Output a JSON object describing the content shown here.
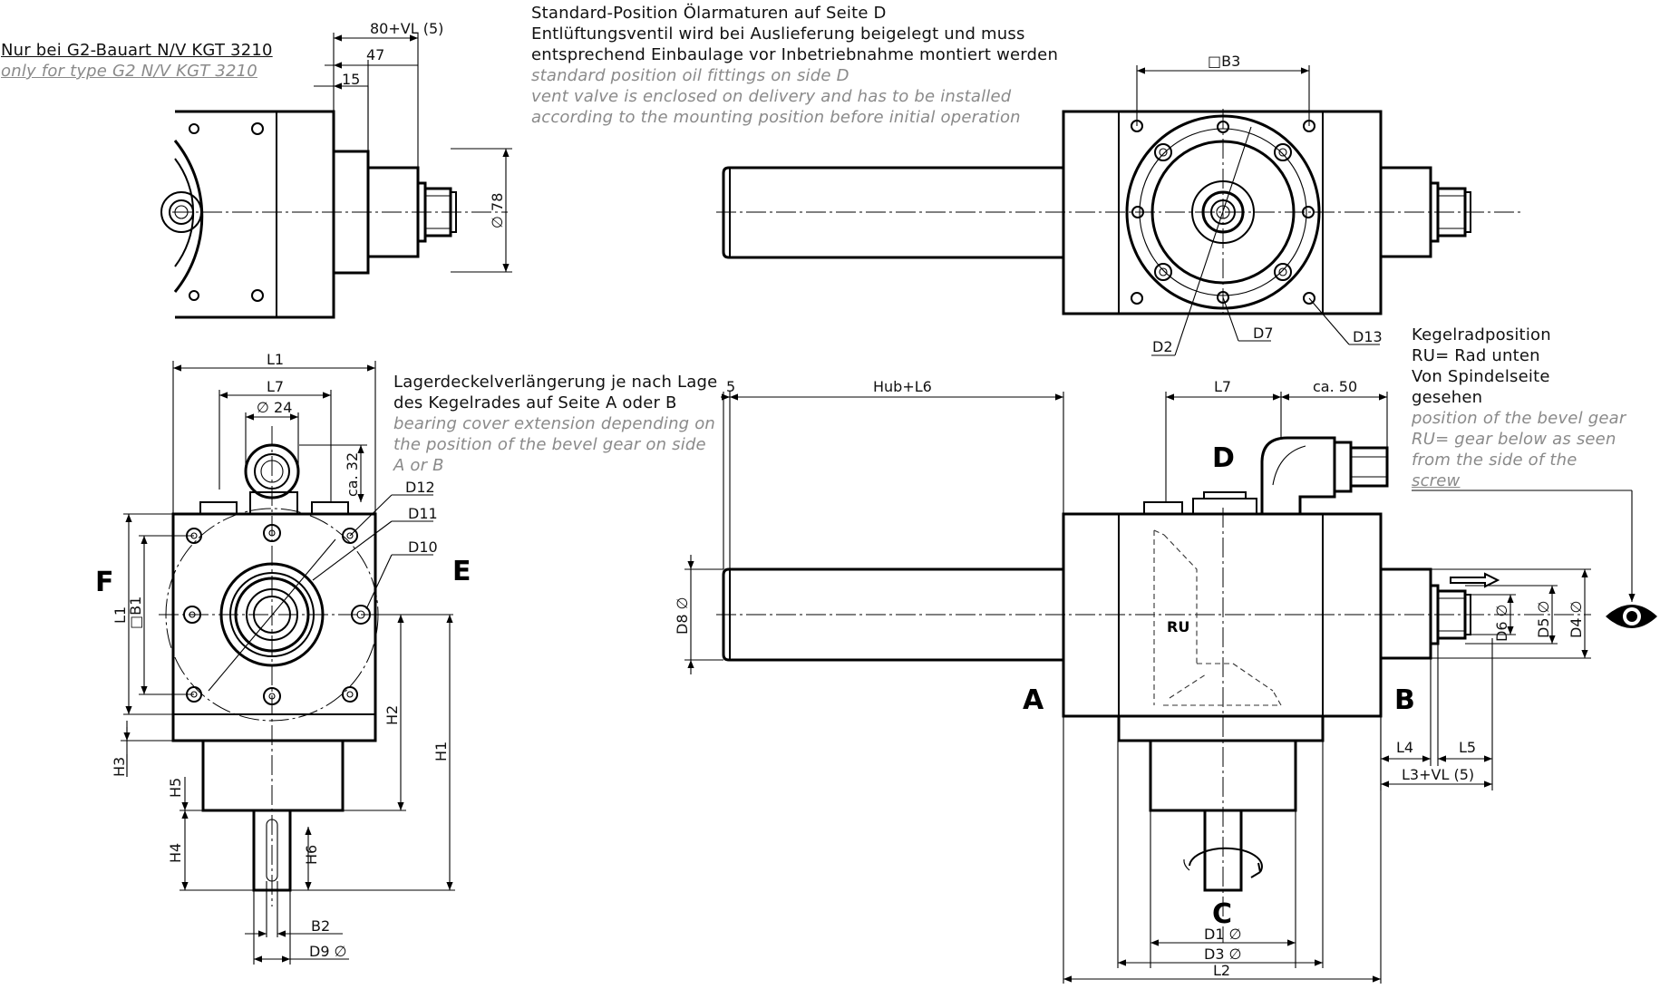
{
  "notes": {
    "g2": {
      "de": "Nur bei G2-Bauart N/V KGT 3210",
      "en": "only for type G2 N/V KGT 3210"
    },
    "oil": {
      "de": [
        "Standard-Position Ölarmaturen auf Seite D",
        "Entlüftungsventil wird bei Auslieferung beigelegt und muss",
        "entsprechend Einbaulage vor Inbetriebnahme montiert werden"
      ],
      "en": [
        "standard position oil fittings on side D",
        "vent valve is enclosed on delivery and has to be installed",
        "according to the mounting position before initial operation"
      ]
    },
    "bearing": {
      "de": [
        "Lagerdeckelverlängerung je nach Lage",
        "des Kegelrades auf Seite A oder B"
      ],
      "en": [
        "bearing cover extension depending on",
        "the position of the bevel gear on side",
        "A or B"
      ]
    },
    "gear": {
      "de": [
        "Kegelradposition",
        "RU= Rad unten",
        "Von Spindelseite",
        "gesehen"
      ],
      "en": [
        "position of the bevel gear",
        "RU= gear below as seen",
        "from the side of the",
        "screw"
      ]
    }
  },
  "labels": {
    "dim_80vl": "80+VL (5)",
    "dim_47": "47",
    "dim_15": "15",
    "dia_78": "∅ 78",
    "sq_b3": "□B3",
    "d2": "D2",
    "d7": "D7",
    "d13": "D13",
    "l1_top": "L1",
    "l7_left": "L7",
    "dia_24": "∅ 24",
    "ca32": "ca. 32",
    "d12": "D12",
    "d11": "D11",
    "d10": "D10",
    "side_f": "F",
    "side_e": "E",
    "l1_side": "L1",
    "b1": "□B1",
    "h2": "H2",
    "h1": "H1",
    "h3": "H3",
    "h5": "H5",
    "h4": "H4",
    "h6": "H6",
    "b2": "B2",
    "d9": "D9 ∅",
    "dim_5": "5",
    "hub_l6": "Hub+L6",
    "l7_right": "L7",
    "ca50": "ca. 50",
    "side_d": "D",
    "d8": "D8 ∅",
    "ru": "RU",
    "side_a": "A",
    "side_b": "B",
    "side_c": "C",
    "d6": "D6 ∅",
    "d5": "D5 ∅",
    "d4": "D4 ∅",
    "l4": "L4",
    "l5": "L5",
    "l3vl": "L3+VL (5)",
    "d1": "D1 ∅",
    "d3": "D3 ∅",
    "l2": "L2"
  },
  "icons": {
    "eye": "eye-icon",
    "arrow": "flow-arrow-icon",
    "rotation": "rotation-arrow-icon"
  }
}
